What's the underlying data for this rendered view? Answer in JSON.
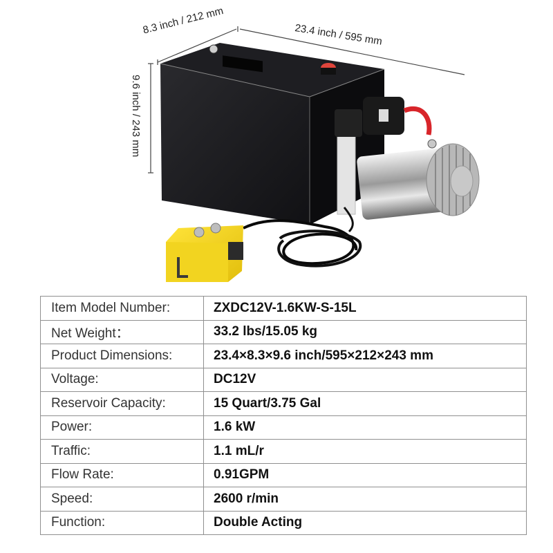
{
  "product_image": {
    "description": "Black hydraulic power unit reservoir with DC motor, solenoid valve and yellow remote control with coiled cable",
    "dimensions": {
      "depth_label": "8.3 inch / 212 mm",
      "width_label": "23.4 inch / 595 mm",
      "height_label": "9.6 inch / 243 mm"
    }
  },
  "specs": {
    "rows": [
      {
        "key": "Item Model Number:",
        "value": "ZXDC12V-1.6KW-S-15L"
      },
      {
        "key": "Net Weight：",
        "value": "33.2 lbs/15.05 kg"
      },
      {
        "key": "Product Dimensions:",
        "value": "23.4×8.3×9.6 inch/595×212×243 mm"
      },
      {
        "key": "Voltage:",
        "value": "DC12V"
      },
      {
        "key": "Reservoir Capacity:",
        "value": "15 Quart/3.75 Gal"
      },
      {
        "key": "Power:",
        "value": "1.6 kW"
      },
      {
        "key": "Traffic:",
        "value": "1.1 mL/r"
      },
      {
        "key": "Flow Rate:",
        "value": "0.91GPM"
      },
      {
        "key": "Speed:",
        "value": "2600 r/min"
      },
      {
        "key": "Function:",
        "value": "Double Acting"
      }
    ]
  },
  "colors": {
    "tank": "#17171a",
    "remote": "#f4d41c",
    "cap": "#e0453c",
    "border": "#8f8f8f"
  }
}
